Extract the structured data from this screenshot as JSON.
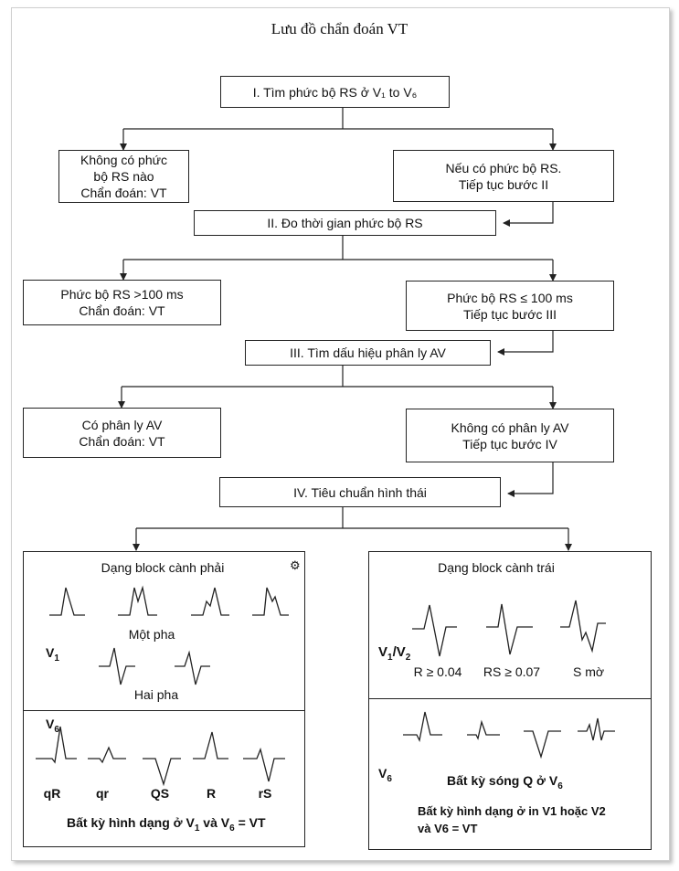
{
  "title": "Lưu đồ chẩn đoán VT",
  "step1": {
    "text": "I. Tìm phức bộ RS ở V₁ to V₆"
  },
  "no_rs": {
    "line1": "Không có phức",
    "line2": "bộ RS nào",
    "line3": "Chẩn đoán: VT"
  },
  "has_rs": {
    "line1": "Nếu có phức bộ RS.",
    "line2": "Tiếp tục bước II"
  },
  "step2": {
    "text": "II. Đo thời gian phức bộ RS"
  },
  "rs_long": {
    "line1": "Phức bộ RS >100 ms",
    "line2": "Chẩn đoán: VT"
  },
  "rs_short": {
    "line1": "Phức bộ RS ≤ 100 ms",
    "line2": "Tiếp tục bước III"
  },
  "step3": {
    "text": "III. Tìm dấu hiệu phân ly AV"
  },
  "av_yes": {
    "line1": "Có phân ly AV",
    "line2": "Chẩn đoán: VT"
  },
  "av_no": {
    "line1": "Không có phân ly AV",
    "line2": "Tiếp tục bước IV"
  },
  "step4": {
    "text": "IV. Tiêu chuẩn hình thái"
  },
  "rbbb": {
    "title": "Dạng block cành phải",
    "mono_label": "Một pha",
    "lead_v1": "V",
    "lead_v1_sub": "1",
    "bi_label": "Hai pha",
    "lead_v6": "V",
    "lead_v6_sub": "6",
    "v6_labels": [
      "qR",
      "qr",
      "QS",
      "R",
      "rS"
    ],
    "footer_a": "Bất kỳ hình dạng ở V",
    "footer_sub1": "1",
    "footer_b": " và V",
    "footer_sub2": "6",
    "footer_c": " = VT"
  },
  "lbbb": {
    "title": "Dạng block cành trái",
    "lead_v1v2_a": "V",
    "lead_v1v2_sub1": "1",
    "lead_v1v2_b": "/V",
    "lead_v1v2_sub2": "2",
    "crit_labels": [
      "R ≥ 0.04",
      "RS ≥ 0.07",
      "S mờ"
    ],
    "lead_v6": "V",
    "lead_v6_sub": "6",
    "q_a": "Bất kỳ sóng Q ở V",
    "q_sub": "6",
    "footer_line1": "Bất kỳ hình dạng ở in V1 hoặc V2",
    "footer_line2": "và V6 = VT"
  },
  "colors": {
    "line": "#222222",
    "frame": "#cfcfcf"
  }
}
